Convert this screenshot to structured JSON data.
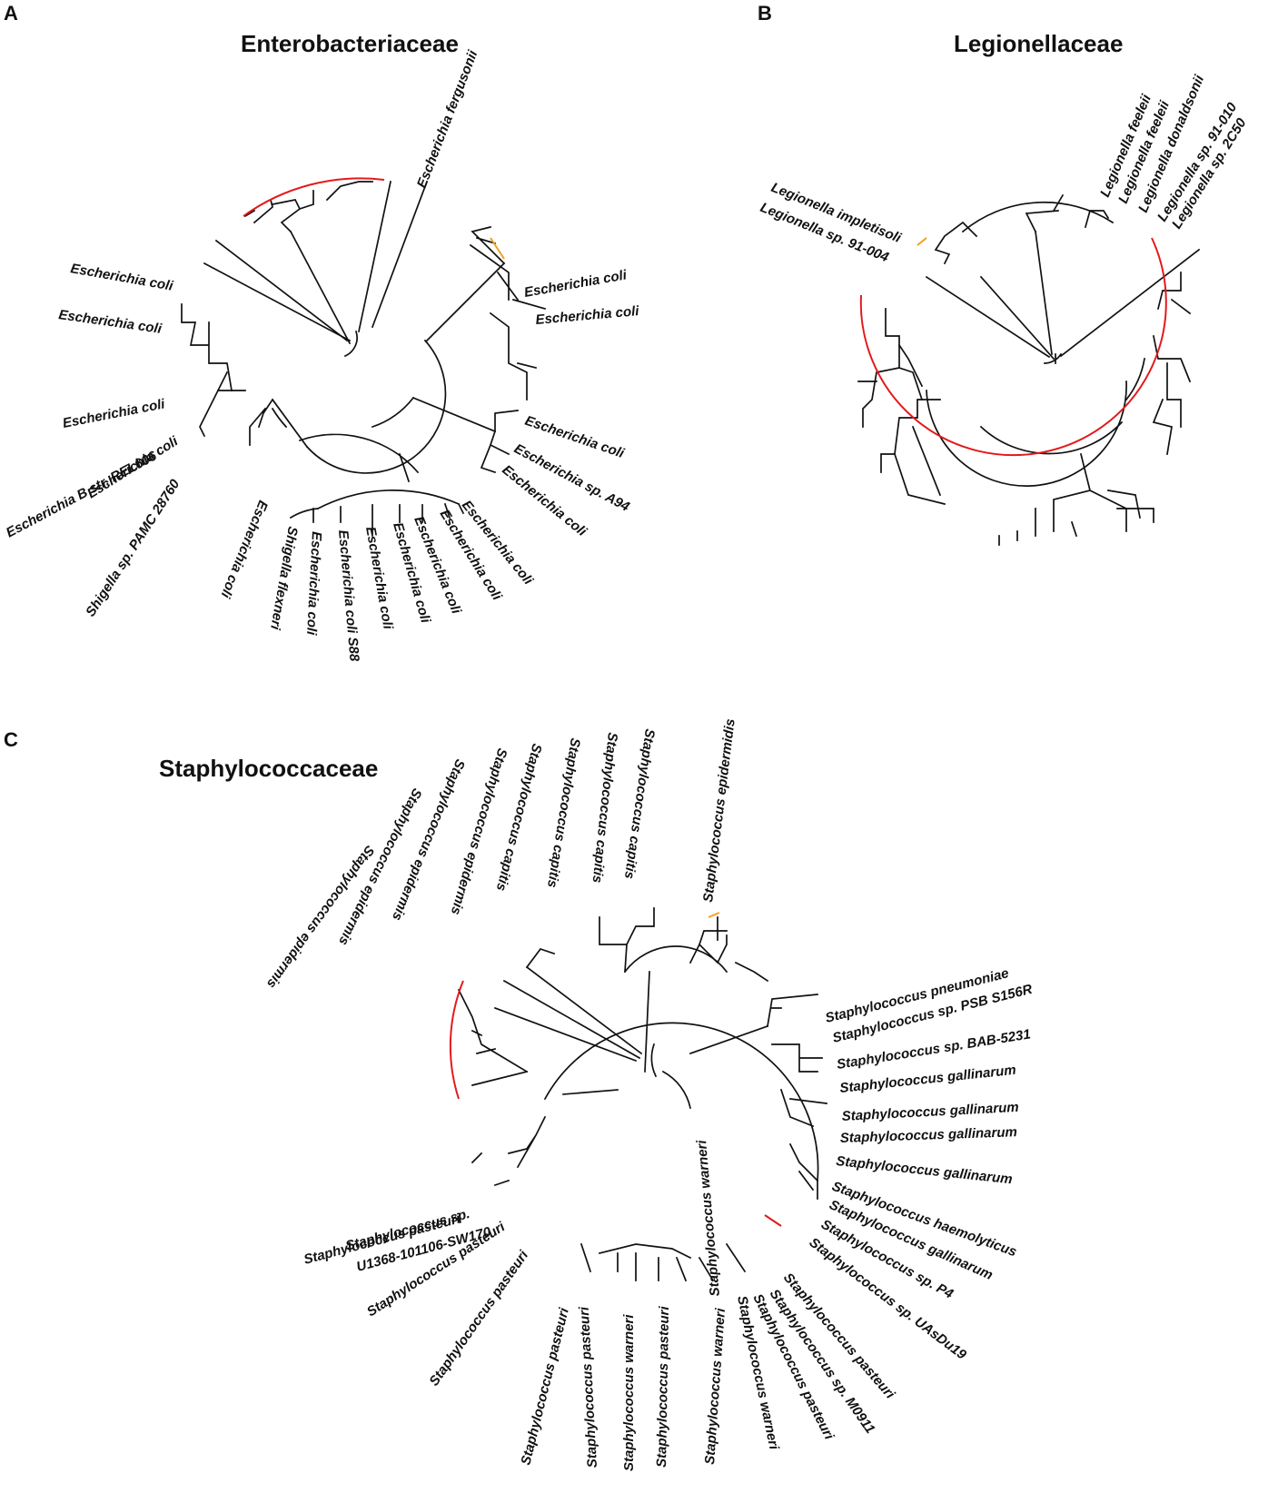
{
  "colors": {
    "branch": "#111111",
    "highlight_red": "#e31a1c",
    "highlight_orange": "#f0a020"
  },
  "panels": [
    {
      "letter": "A",
      "title": "Enterobacteriaceae",
      "labels": [
        "Escherichia fergusonii",
        "Escherichia coli",
        "Escherichia coli",
        "Escherichia coli",
        "Escherichia sp. A94",
        "Escherichia coli",
        "Escherichia coli",
        "Escherichia coli",
        "Escherichia coli",
        "Escherichia coli",
        "Escherichia coli",
        "Escherichia coli S88",
        "Escherichia coli",
        "Shigella flexneri",
        "Escherichia coli",
        "Shigella sp. PAMC 28760",
        "Escherichia coli",
        "Escherichia B str. REL606",
        "Escherichia coli",
        "Escherichia coli",
        "Escherichia coli"
      ]
    },
    {
      "letter": "B",
      "title": "Legionellaceae",
      "labels": [
        "Legionella feeleii",
        "Legionella feeleii",
        "Legionella donaldsonii",
        "Legionella sp. 91-010",
        "Legionella sp. 2C50",
        "Legionella impletisoli",
        "Legionella sp. 91-004"
      ]
    },
    {
      "letter": "C",
      "title": "Staphylococcaceae",
      "labels": [
        "Staphylococcus epidermidis",
        "Staphylococcus capitis",
        "Staphylococcus capitis",
        "Staphylococcus capitis",
        "Staphylococcus capitis",
        "Staphylococcus epidermis",
        "Staphylococcus epidermis",
        "Staphylococcus epidermis",
        "Staphylococcus epidermis",
        "Staphylococcus pneumoniae",
        "Staphylococcus sp. PSB S156R",
        "Staphylococcus sp. BAB-5231",
        "Staphylococcus gallinarum",
        "Staphylococcus gallinarum",
        "Staphylococcus gallinarum",
        "Staphylococcus gallinarum",
        "Staphylococcus haemolyticus",
        "Staphylococcus gallinarum",
        "Staphylococcus sp. P4",
        "Staphylococcus sp. UAsDu19",
        "Staphylococcus pasteuri",
        "Staphylococcus sp. M0911",
        "Staphylococcus pasteuri",
        "Staphylococcus warneri",
        "Staphylococcus warneri",
        "Staphylococcus warneri",
        "Staphylococcus pasteuri",
        "Staphylococcus warneri",
        "Staphylococcus pasteuri",
        "Staphylococcus pasteuri",
        "Staphylococcus pasteuri",
        "Staphylococcus pasteuri",
        "Staphylococcus pasteuri",
        "Staphylococcus sp.",
        "U1368-101106-SW170"
      ]
    }
  ]
}
